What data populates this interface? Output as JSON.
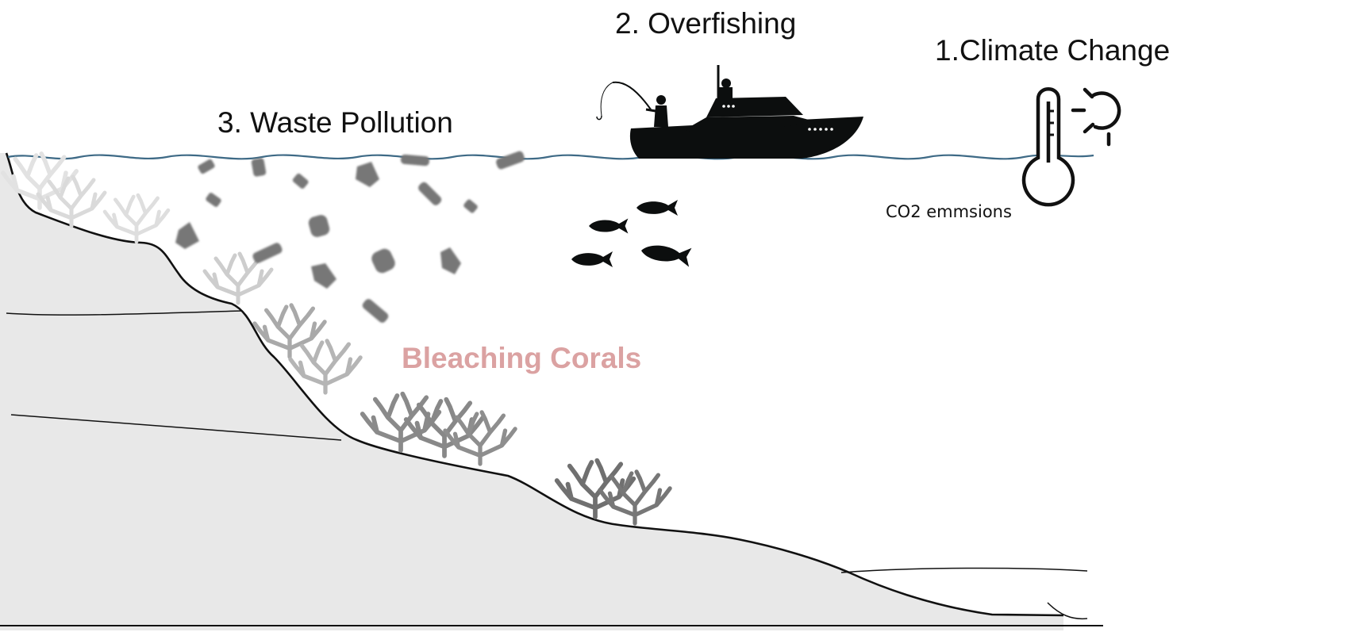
{
  "labels": {
    "climate_change": "1.Climate Change",
    "overfishing": "2. Overfishing",
    "waste_pollution": "3. Waste Pollution",
    "co2": "CO2 emmsions",
    "bleaching": "Bleaching Corals"
  },
  "colors": {
    "water_line": "#3e6a86",
    "seabed": "#e8e8e8",
    "outline": "#111111",
    "bleaching_text": "#dba2a2",
    "debris": "#777777",
    "silhouette": "#0c0e0e"
  },
  "icons": [
    "fishing-boat-icon",
    "thermometer-icon",
    "sun-icon",
    "fish-icon",
    "coral-icon",
    "debris-icon"
  ]
}
